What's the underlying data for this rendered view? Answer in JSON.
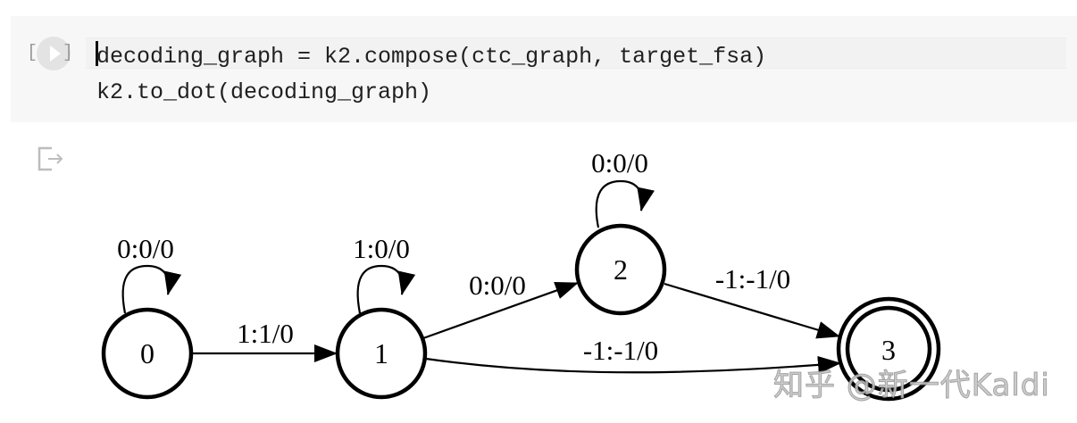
{
  "code_cell": {
    "run_button": {
      "icon": "play-icon",
      "brackets": [
        "[",
        "]"
      ]
    },
    "lines": [
      "decoding_graph = k2.compose(ctc_graph, target_fsa)",
      "k2.to_dot(decoding_graph)"
    ]
  },
  "output": {
    "icon": "output-redirect-icon",
    "graph": {
      "nodes": [
        {
          "id": "0",
          "label": "0",
          "final": false
        },
        {
          "id": "1",
          "label": "1",
          "final": false
        },
        {
          "id": "2",
          "label": "2",
          "final": false
        },
        {
          "id": "3",
          "label": "3",
          "final": true
        }
      ],
      "edges": [
        {
          "from": "0",
          "to": "0",
          "label": "0:0/0"
        },
        {
          "from": "0",
          "to": "1",
          "label": "1:1/0"
        },
        {
          "from": "1",
          "to": "1",
          "label": "1:0/0"
        },
        {
          "from": "1",
          "to": "2",
          "label": "0:0/0"
        },
        {
          "from": "2",
          "to": "2",
          "label": "0:0/0"
        },
        {
          "from": "2",
          "to": "3",
          "label": "-1:-1/0"
        },
        {
          "from": "1",
          "to": "3",
          "label": "-1:-1/0"
        }
      ]
    }
  },
  "watermark": "知乎 @新一代Kaldi"
}
